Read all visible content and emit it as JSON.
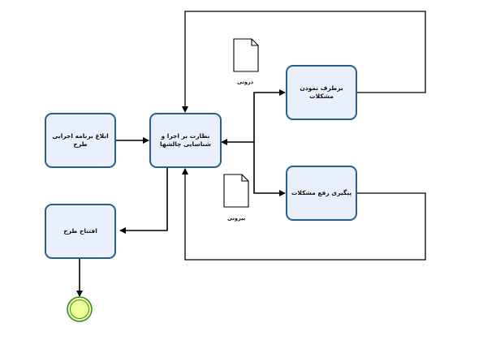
{
  "tasks": {
    "implementation_notice": "ابلاغ برنامه اجرایی طرح",
    "supervision": "نظارت بر اجرا و شناسایی چالشها",
    "resolve_issues": "برطرف نمودن مشکلات",
    "followup_issues": "پیگیری رفع مشکلات",
    "project_opening": "افتتاح طرح"
  },
  "documents": {
    "internal": "درونی",
    "external": "بیرونی"
  },
  "colors": {
    "task_fill": "#eaf0fb",
    "task_border": "#2a5f8a",
    "end_event_fill": "#eeff99",
    "end_event_border": "#3d8a2e",
    "flow_line": "#000000"
  }
}
